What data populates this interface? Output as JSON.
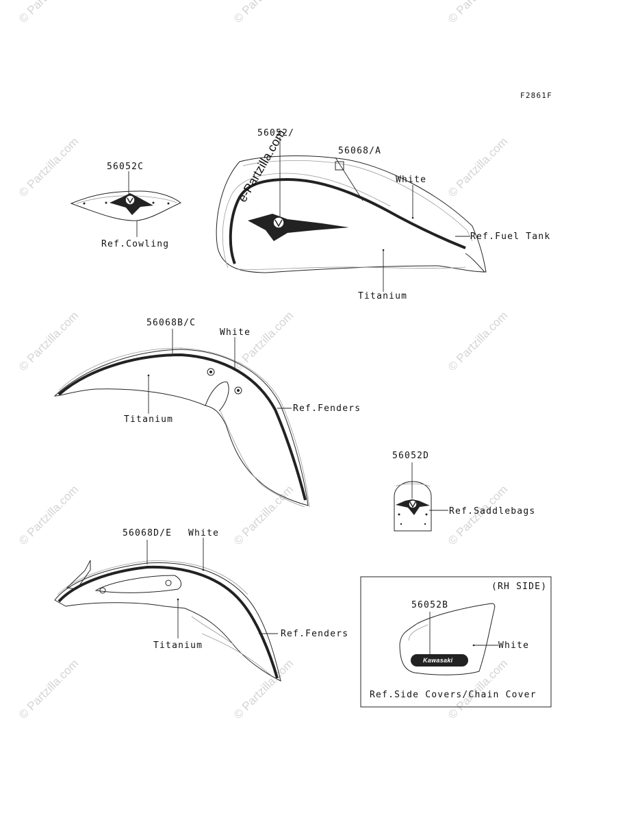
{
  "figure_code": "F2861F",
  "watermark_text": "© Partzilla.com",
  "overlay_watermark": "e-Partzilla.com",
  "parts": {
    "cowling": {
      "part_no": "56052C",
      "ref": "Ref.Cowling"
    },
    "fuel_tank": {
      "emblem_part_no": "56052/",
      "stripe_part_no": "56068/A",
      "white_label": "White",
      "ref": "Ref.Fuel Tank",
      "titanium_label": "Titanium"
    },
    "front_fender": {
      "part_no": "56068B/C",
      "white_label": "White",
      "ref": "Ref.Fenders",
      "titanium_label": "Titanium"
    },
    "saddlebags": {
      "part_no": "56052D",
      "ref": "Ref.Saddlebags"
    },
    "rear_fender": {
      "part_no": "56068D/E",
      "white_label": "White",
      "ref": "Ref.Fenders",
      "titanium_label": "Titanium"
    },
    "side_cover": {
      "side_label": "(RH SIDE)",
      "part_no": "56052B",
      "badge_text": "Kawasaki",
      "white_label": "White",
      "ref": "Ref.Side Covers/Chain Cover"
    }
  },
  "icons": {
    "emblem": "kawasaki-k-emblem-icon",
    "badge": "kawasaki-logo-badge"
  },
  "colors": {
    "line": "#222222",
    "watermark": "#d4d4d4"
  }
}
